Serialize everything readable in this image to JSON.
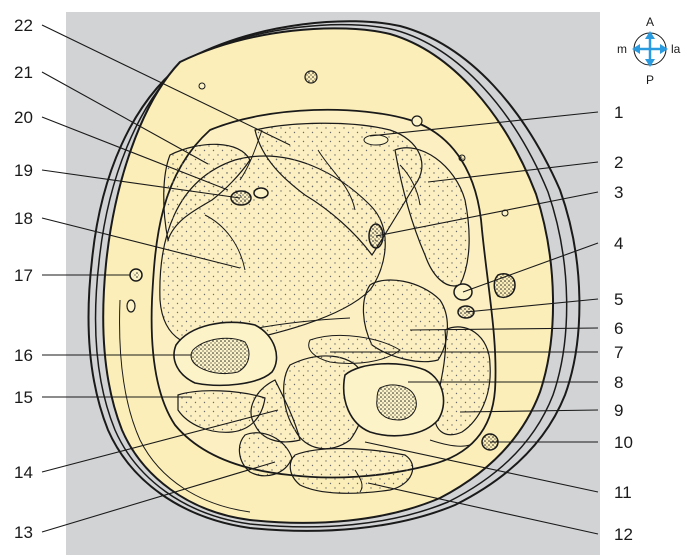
{
  "figure": {
    "colors": {
      "background_panel": "#d2d3d5",
      "skin": "#fbeeb8",
      "muscle": "#fcf0c2",
      "bone": "#fdf3c8",
      "outline": "#1a1a1a",
      "compass_arrow": "#2b9be0"
    },
    "compass": {
      "top": "A",
      "bottom": "P",
      "left": "m",
      "right": "la"
    },
    "labels": [
      {
        "id": "l1",
        "text": "1"
      },
      {
        "id": "l2",
        "text": "2"
      },
      {
        "id": "l3",
        "text": "3"
      },
      {
        "id": "l4",
        "text": "4"
      },
      {
        "id": "l5",
        "text": "5"
      },
      {
        "id": "l6",
        "text": "6"
      },
      {
        "id": "l7",
        "text": "7"
      },
      {
        "id": "l8",
        "text": "8"
      },
      {
        "id": "l9",
        "text": "9"
      },
      {
        "id": "l10",
        "text": "10"
      },
      {
        "id": "l11",
        "text": "11"
      },
      {
        "id": "l12",
        "text": "12"
      },
      {
        "id": "l13",
        "text": "13"
      },
      {
        "id": "l14",
        "text": "14"
      },
      {
        "id": "l15",
        "text": "15"
      },
      {
        "id": "l16",
        "text": "16"
      },
      {
        "id": "l17",
        "text": "17"
      },
      {
        "id": "l18",
        "text": "18"
      },
      {
        "id": "l19",
        "text": "19"
      },
      {
        "id": "l20",
        "text": "20"
      },
      {
        "id": "l21",
        "text": "21"
      },
      {
        "id": "l22",
        "text": "22"
      }
    ]
  }
}
